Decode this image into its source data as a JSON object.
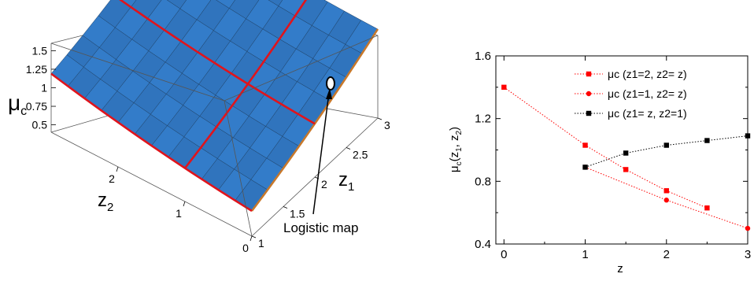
{
  "chart_data": [
    {
      "type": "surface",
      "zlabel": "μc",
      "xlabel": "z1",
      "ylabel": "z2",
      "x_ticks": [
        "1",
        "1.5",
        "2",
        "2.5",
        "3"
      ],
      "y_ticks": [
        "0",
        "1",
        "2"
      ],
      "z_ticks": [
        "0.5",
        "0.75",
        "1",
        "1.25",
        "1.5"
      ],
      "xlim": [
        1,
        3
      ],
      "ylim": [
        0,
        3
      ],
      "zlim": [
        0.4,
        1.6
      ],
      "annotation": "Logistic map",
      "annotation_point": {
        "z1": 2,
        "z2": 1,
        "mu": 1.0
      },
      "surface_color": "#3a8ee6",
      "highlight_color": "#e0141c",
      "edge_color": "#c8782a"
    },
    {
      "type": "line",
      "xlabel": "z",
      "ylabel": "μc(z1, z2)",
      "xlim": [
        -0.1,
        3.0
      ],
      "ylim": [
        0.4,
        1.6
      ],
      "x_ticks": [
        "0",
        "1",
        "2",
        "3"
      ],
      "y_ticks": [
        "0.4",
        "0.8",
        "1.2",
        "1.6"
      ],
      "legend_position": "top-right",
      "series": [
        {
          "name": "μc (z1=2, z2= z)",
          "marker": "square",
          "color": "#ff0000",
          "x": [
            0,
            1,
            1.5,
            2,
            2.5
          ],
          "y": [
            1.4,
            1.03,
            0.875,
            0.74,
            0.63
          ]
        },
        {
          "name": "μc (z1=1, z2= z)",
          "marker": "circle",
          "color": "#ff0000",
          "x": [
            1,
            2,
            3
          ],
          "y": [
            0.89,
            0.68,
            0.5
          ]
        },
        {
          "name": "μc (z1= z, z2=1)",
          "marker": "square",
          "color": "#000000",
          "x": [
            1,
            1.5,
            2,
            2.5,
            3
          ],
          "y": [
            0.89,
            0.98,
            1.03,
            1.06,
            1.09
          ]
        }
      ]
    }
  ]
}
